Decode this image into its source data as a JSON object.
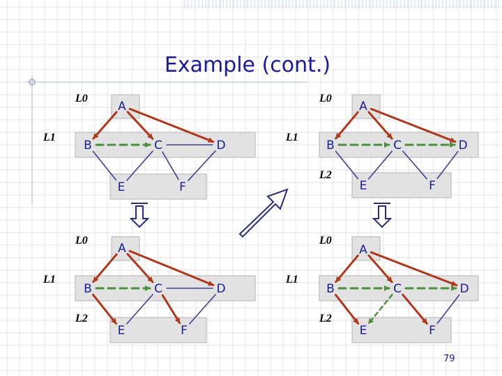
{
  "slide": {
    "title": "Example (cont.)",
    "page_number": "79"
  },
  "colors": {
    "background_grid": "#e3e3e3",
    "node_fill": "#e2e2e2",
    "node_stroke": "#b3b3b3",
    "tree_edge": "#b0361a",
    "cross_edge": "#3e3e8f",
    "back_edge": "#4a8f3a",
    "title_text": "#1a1a9c",
    "arrow_stroke": "#2a2a7a",
    "level_text": "#000000"
  },
  "diagrams": [
    {
      "id": "top-left",
      "level_labels": [
        "L0",
        "L1"
      ],
      "nodes": [
        {
          "id": "A",
          "label": "A"
        },
        {
          "id": "B",
          "label": "B"
        },
        {
          "id": "C",
          "label": "C"
        },
        {
          "id": "D",
          "label": "D"
        },
        {
          "id": "E",
          "label": "E"
        },
        {
          "id": "F",
          "label": "F"
        }
      ]
    },
    {
      "id": "top-right",
      "level_labels": [
        "L0",
        "L1",
        "L2"
      ],
      "nodes": [
        {
          "id": "A",
          "label": "A"
        },
        {
          "id": "B",
          "label": "B"
        },
        {
          "id": "C",
          "label": "C"
        },
        {
          "id": "D",
          "label": "D"
        },
        {
          "id": "E",
          "label": "E"
        },
        {
          "id": "F",
          "label": "F"
        }
      ]
    },
    {
      "id": "bottom-left",
      "level_labels": [
        "L0",
        "L1",
        "L2"
      ],
      "nodes": [
        {
          "id": "A",
          "label": "A"
        },
        {
          "id": "B",
          "label": "B"
        },
        {
          "id": "C",
          "label": "C"
        },
        {
          "id": "D",
          "label": "D"
        },
        {
          "id": "E",
          "label": "E"
        },
        {
          "id": "F",
          "label": "F"
        }
      ]
    },
    {
      "id": "bottom-right",
      "level_labels": [
        "L0",
        "L1",
        "L2"
      ],
      "nodes": [
        {
          "id": "A",
          "label": "A"
        },
        {
          "id": "B",
          "label": "B"
        },
        {
          "id": "C",
          "label": "C"
        },
        {
          "id": "D",
          "label": "D"
        },
        {
          "id": "E",
          "label": "E"
        },
        {
          "id": "F",
          "label": "F"
        }
      ]
    }
  ]
}
